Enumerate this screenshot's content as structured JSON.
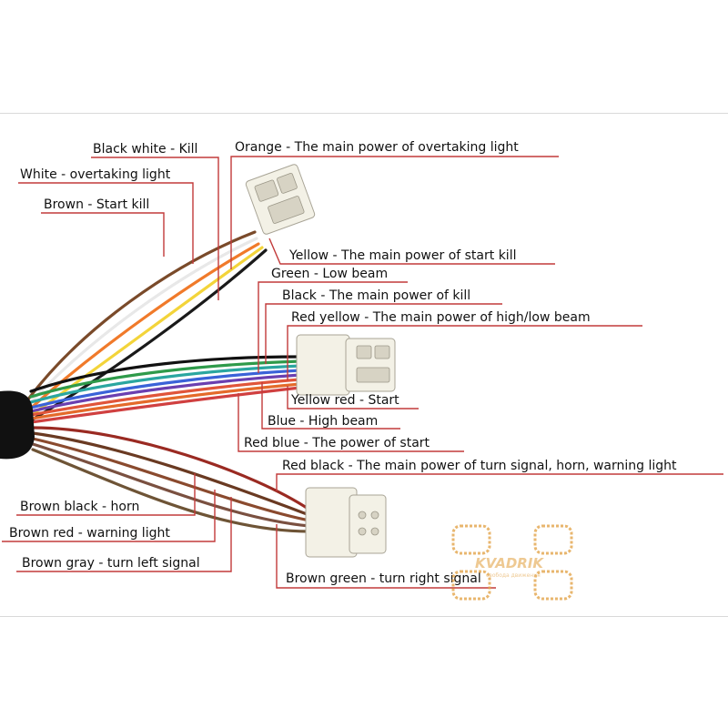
{
  "labels": {
    "black_white": "Black white - Kill",
    "orange": "Orange - The main power of overtaking light",
    "white": "White - overtaking light",
    "brown": "Brown - Start kill",
    "yellow": "Yellow - The main power of start kill",
    "green": "Green - Low beam",
    "black": "Black - The main power of kill",
    "red_yellow": "Red yellow - The main power of high/low beam",
    "yellow_red": "Yellow red - Start",
    "blue": "Blue - High beam",
    "red_blue": "Red blue - The power of start",
    "red_black": "Red black - The main power of turn signal, horn, warning light",
    "brown_black": "Brown black - horn",
    "brown_red": "Brown red - warning light",
    "brown_gray": "Brown gray - turn left signal",
    "brown_green": "Brown green - turn right signal"
  },
  "watermark": {
    "brand": "KVADRIK",
    "tagline": "свобода движения"
  },
  "colors": {
    "leader_line": "#c23a3a",
    "watermark": "#e3a44a",
    "connector": "#f3f1e6",
    "harness_sheath": "#111111"
  }
}
